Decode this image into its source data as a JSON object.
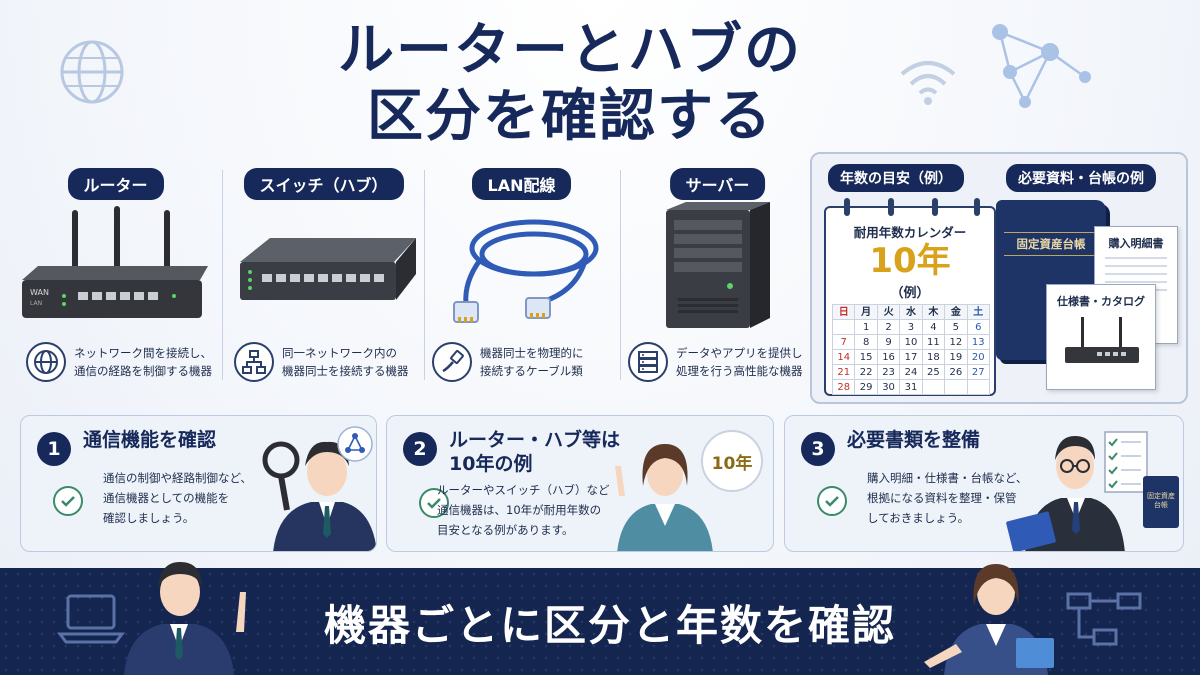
{
  "title_line1": "ルーターとハブの",
  "title_line2": "区分を確認する",
  "categories": [
    {
      "label": "ルーター",
      "desc": [
        "ネットワーク間を接続し、",
        "通信の経路を制御する機器"
      ],
      "icon": "globe-icon",
      "port_label_1": "WAN",
      "port_label_2": "LAN"
    },
    {
      "label": "スイッチ（ハブ）",
      "desc": [
        "同一ネットワーク内の",
        "機器同士を接続する機器"
      ],
      "icon": "network-tree-icon"
    },
    {
      "label": "LAN配線",
      "desc": [
        "機器同士を物理的に",
        "接続するケーブル類"
      ],
      "icon": "cable-icon"
    },
    {
      "label": "サーバー",
      "desc": [
        "データやアプリを提供し",
        "処理を行う高性能な機器"
      ],
      "icon": "server-icon"
    }
  ],
  "side": {
    "label_years": "年数の目安（例）",
    "label_docs": "必要資料・台帳の例",
    "calendar_title": "耐用年数カレンダー",
    "calendar_big": "10年",
    "calendar_ex": "（例）",
    "weekdays": [
      "日",
      "月",
      "火",
      "水",
      "木",
      "金",
      "土"
    ],
    "days": [
      "",
      "1",
      "2",
      "3",
      "4",
      "5",
      "6",
      "7",
      "8",
      "9",
      "10",
      "11",
      "12",
      "13",
      "14",
      "15",
      "16",
      "17",
      "18",
      "19",
      "20",
      "21",
      "22",
      "23",
      "24",
      "25",
      "26",
      "27",
      "28",
      "29",
      "30",
      "31",
      "",
      "",
      ""
    ],
    "ledger": "固定資産台帳",
    "receipt": "購入明細書",
    "spec": "仕様書・カタログ"
  },
  "steps": [
    {
      "num": "1",
      "title": "通信機能を確認",
      "body": [
        "通信の制御や経路制御など、",
        "通信機器としての機能を",
        "確認しましょう。"
      ]
    },
    {
      "num": "2",
      "title": "ルーター・ハブ等は",
      "title2": "10年の例",
      "bubble": "10年",
      "body": [
        "ルーターやスイッチ（ハブ）など",
        "通信機器は、10年が耐用年数の",
        "目安となる例があります。"
      ]
    },
    {
      "num": "3",
      "title": "必要書類を整備",
      "book": "固定資産台帳",
      "body": [
        "購入明細・仕様書・台帳など、",
        "根拠になる資料を整理・保管",
        "しておきましょう。"
      ]
    }
  ],
  "banner": "機器ごとに区分と年数を確認",
  "colors": {
    "navy": "#17295a",
    "gold": "#d9a21b",
    "green": "#3a8a6a",
    "cable": "#2f5bb7"
  }
}
